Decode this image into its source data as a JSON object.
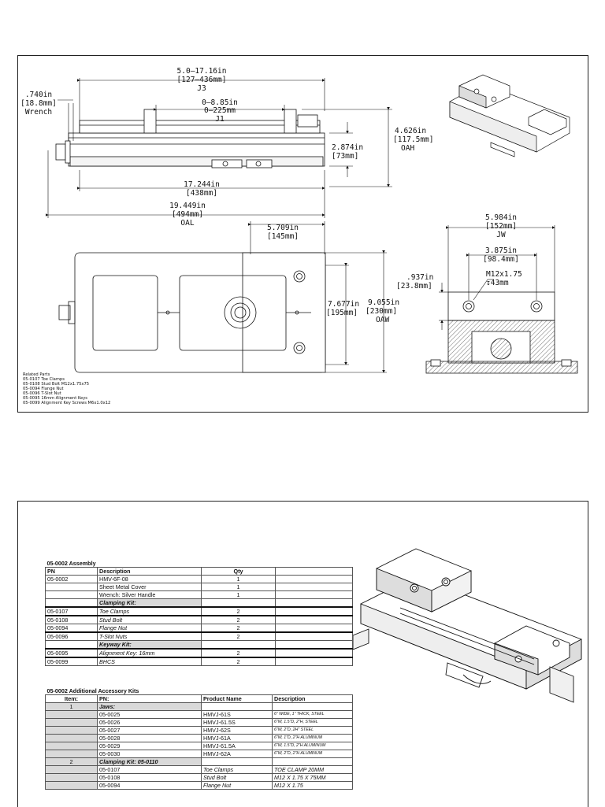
{
  "drawing": {
    "top_view": {
      "j3": {
        "line1": "5.0–17.16in",
        "line2": "[127–436mm]",
        "line3": "J3"
      },
      "j1": {
        "line1": "0–8.85in",
        "line2": "0–225mm",
        "line3": "J1"
      },
      "wrench": {
        "line1": ".740in",
        "line2": "[18.8mm]",
        "line3": "Wrench"
      },
      "oah": {
        "line1": "4.626in",
        "line2": "[117.5mm]",
        "line3": "OAH"
      },
      "height": {
        "line1": "2.874in",
        "line2": "[73mm]"
      },
      "base_len": {
        "line1": "17.244in",
        "line2": "[438mm]"
      },
      "oal": {
        "line1": "19.449in",
        "line2": "[494mm]",
        "line3": "OAL"
      }
    },
    "plan_view": {
      "jaw_offset": {
        "line1": "5.709in",
        "line2": "[145mm]"
      },
      "inner_width": {
        "line1": "7.677in",
        "line2": "[195mm]"
      },
      "oaw": {
        "line1": "9.055in",
        "line2": "[230mm]",
        "line3": "OAW"
      }
    },
    "end_view": {
      "jw": {
        "line1": "5.984in",
        "line2": "[152mm]",
        "line3": "JW"
      },
      "hole_spacing": {
        "line1": "3.875in",
        "line2": "[98.4mm]"
      },
      "thread": {
        "line1": "M12x1.75",
        "line2": "↧43mm"
      },
      "jaw_height": {
        "line1": ".937in",
        "line2": "[23.8mm]"
      }
    },
    "related_parts": [
      "Related Parts",
      "05-0107 Toe Clamps",
      "05-0108 Stud Bolt M12x1.75x75",
      "05-0094 Flange Nut",
      "05-0096 T-Slot Nut",
      "05-0095 16mm Alignment Keys",
      "05-0099 Alignment Key Screws M6x1.0x12"
    ]
  },
  "assembly": {
    "title": "05-0002 Assembly",
    "headers": [
      "PN",
      "Description",
      "Qty"
    ],
    "rows": [
      {
        "pn": "05-0002",
        "desc": "HMV-6F-08",
        "qty": "1"
      },
      {
        "pn": "",
        "desc": "Sheet Metal Cover",
        "qty": "1"
      },
      {
        "pn": "",
        "desc": "Wrench: Silver Handle",
        "qty": "1"
      },
      {
        "pn": "",
        "desc": "Clamping Kit:",
        "qty": "",
        "sub": true
      },
      {
        "pn": "05-0107",
        "desc": "Toe Clamps",
        "qty": "2",
        "italic": true
      },
      {
        "pn": "05-0108",
        "desc": "Stud Bolt",
        "qty": "2",
        "italic": true
      },
      {
        "pn": "05-0094",
        "desc": "Flange Nut",
        "qty": "2",
        "italic": true
      },
      {
        "pn": "05-0096",
        "desc": "T-Slot Nuts",
        "qty": "2",
        "italic": true
      },
      {
        "pn": "",
        "desc": "Keyway Kit:",
        "qty": "",
        "sub": true
      },
      {
        "pn": "05-0095",
        "desc": "Alignment Key: 16mm",
        "qty": "2",
        "italic": true
      },
      {
        "pn": "05-0099",
        "desc": "BHCS",
        "qty": "2",
        "italic": true
      }
    ]
  },
  "accessory": {
    "title": "05-0002 Additional Accessory Kits",
    "headers": [
      "Item:",
      "PN:",
      "Product Name",
      "Description"
    ],
    "groups": [
      {
        "item": "1",
        "label": "Jaws:",
        "rows": [
          {
            "pn": "05-0025",
            "name": "HMVJ-61S",
            "desc": "6\" WIDE, 1\" THICK, STEEL"
          },
          {
            "pn": "05-0026",
            "name": "HMVJ-61.5S",
            "desc": "6\"W, 1.5\"D, 2\"H, STEEL"
          },
          {
            "pn": "05-0027",
            "name": "HMVJ-62S",
            "desc": "6\"W, 2\"D, 2H\" STEEL"
          },
          {
            "pn": "05-0028",
            "name": "HMVJ-61A",
            "desc": "6\"W, 1\"D, 2\"H ALUMINUM"
          },
          {
            "pn": "05-0029",
            "name": "HMVJ-61.5A",
            "desc": "6\"W, 1.5\"D, 2\"H ALUMINUM"
          },
          {
            "pn": "05-0030",
            "name": "HMVJ-62A",
            "desc": "6\"W, 2\"D, 2\"H ALUMINUM"
          }
        ]
      },
      {
        "item": "2",
        "label": "Clamping Kit:  05-0110",
        "rows": [
          {
            "pn": "05-0107",
            "name": "Toe Clamps",
            "desc": "TOE CLAMP 20MM"
          },
          {
            "pn": "05-0108",
            "name": "Stud Bolt",
            "desc": "M12 X 1.75 X 75MM"
          },
          {
            "pn": "05-0094",
            "name": "Flange Nut",
            "desc": "M12 X 1.75"
          }
        ]
      }
    ]
  }
}
